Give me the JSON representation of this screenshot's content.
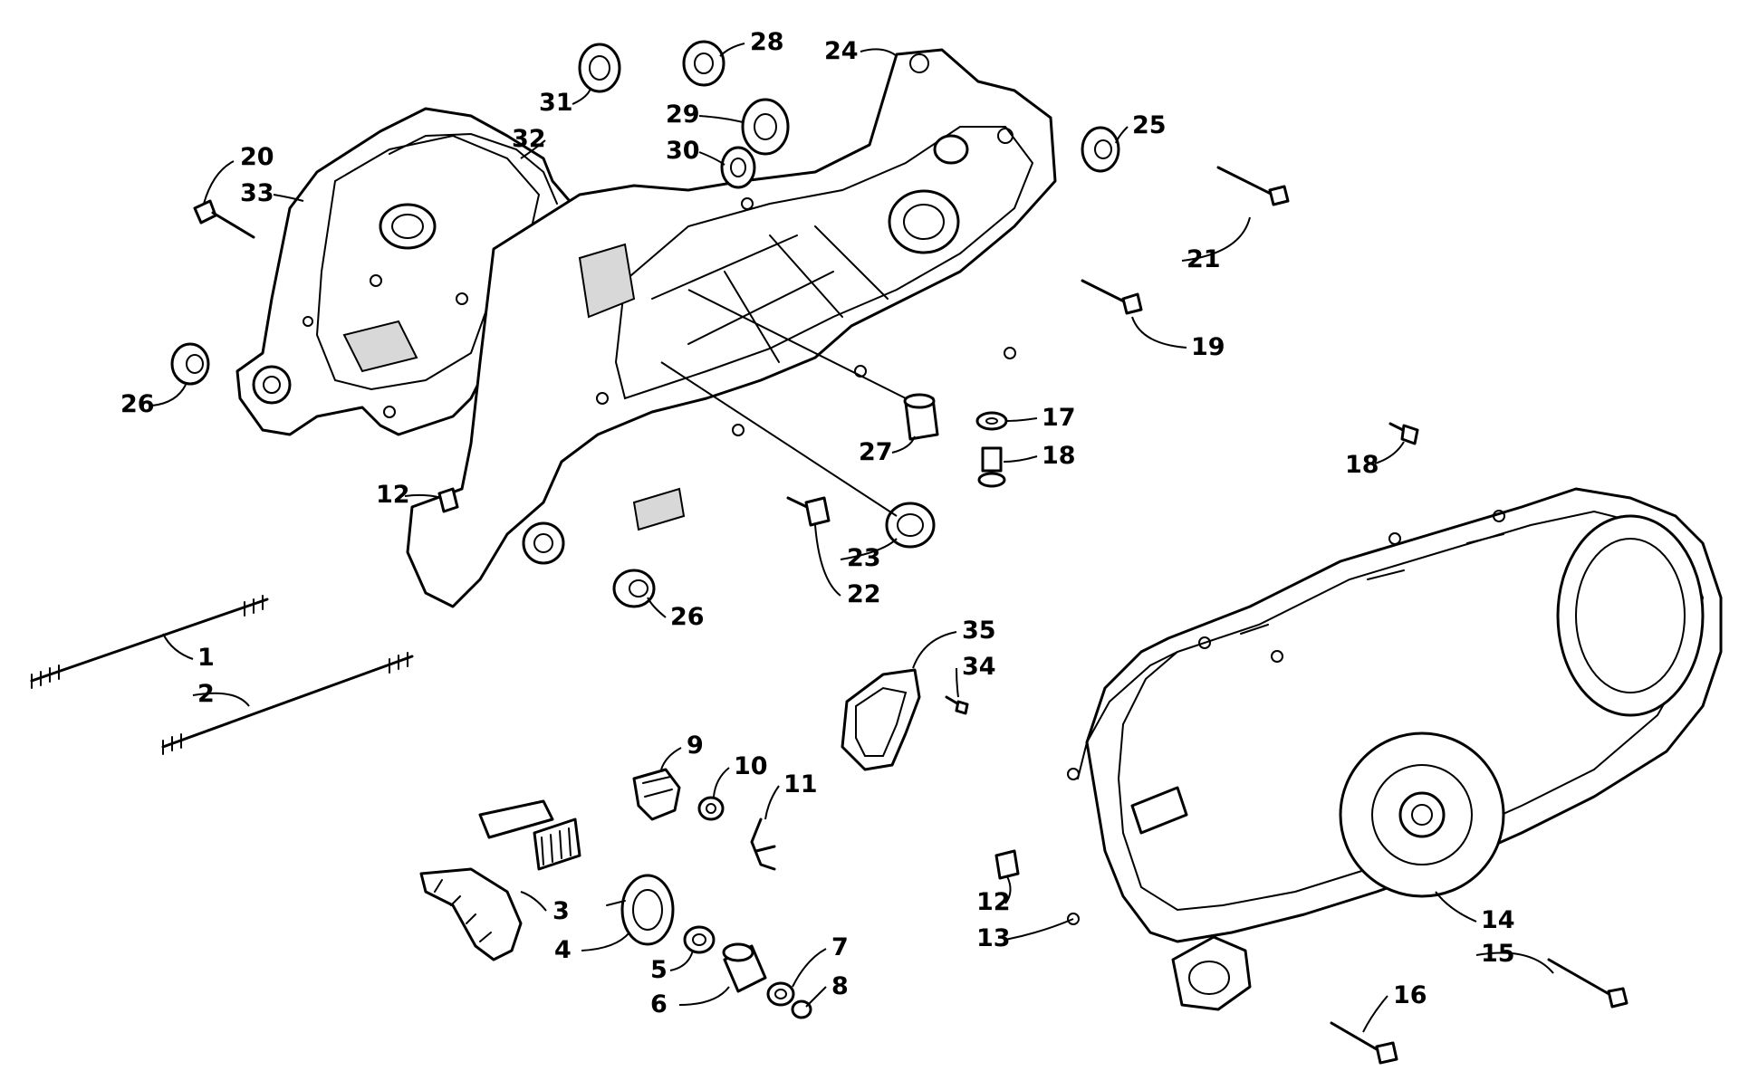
{
  "diagram": {
    "callouts": [
      {
        "id": "c1",
        "label": "1"
      },
      {
        "id": "c2",
        "label": "2"
      },
      {
        "id": "c3",
        "label": "3"
      },
      {
        "id": "c4",
        "label": "4"
      },
      {
        "id": "c5",
        "label": "5"
      },
      {
        "id": "c6",
        "label": "6"
      },
      {
        "id": "c7",
        "label": "7"
      },
      {
        "id": "c8",
        "label": "8"
      },
      {
        "id": "c9",
        "label": "9"
      },
      {
        "id": "c10",
        "label": "10"
      },
      {
        "id": "c11",
        "label": "11"
      },
      {
        "id": "c12a",
        "label": "12"
      },
      {
        "id": "c12b",
        "label": "12"
      },
      {
        "id": "c13",
        "label": "13"
      },
      {
        "id": "c14",
        "label": "14"
      },
      {
        "id": "c15",
        "label": "15"
      },
      {
        "id": "c16",
        "label": "16"
      },
      {
        "id": "c17",
        "label": "17"
      },
      {
        "id": "c18a",
        "label": "18"
      },
      {
        "id": "c18b",
        "label": "18"
      },
      {
        "id": "c19",
        "label": "19"
      },
      {
        "id": "c20",
        "label": "20"
      },
      {
        "id": "c21",
        "label": "21"
      },
      {
        "id": "c22",
        "label": "22"
      },
      {
        "id": "c23",
        "label": "23"
      },
      {
        "id": "c24",
        "label": "24"
      },
      {
        "id": "c25",
        "label": "25"
      },
      {
        "id": "c26a",
        "label": "26"
      },
      {
        "id": "c26b",
        "label": "26"
      },
      {
        "id": "c27",
        "label": "27"
      },
      {
        "id": "c28",
        "label": "28"
      },
      {
        "id": "c29",
        "label": "29"
      },
      {
        "id": "c30",
        "label": "30"
      },
      {
        "id": "c31",
        "label": "31"
      },
      {
        "id": "c32",
        "label": "32"
      },
      {
        "id": "c33",
        "label": "33"
      },
      {
        "id": "c34",
        "label": "34"
      },
      {
        "id": "c35",
        "label": "35"
      }
    ]
  }
}
